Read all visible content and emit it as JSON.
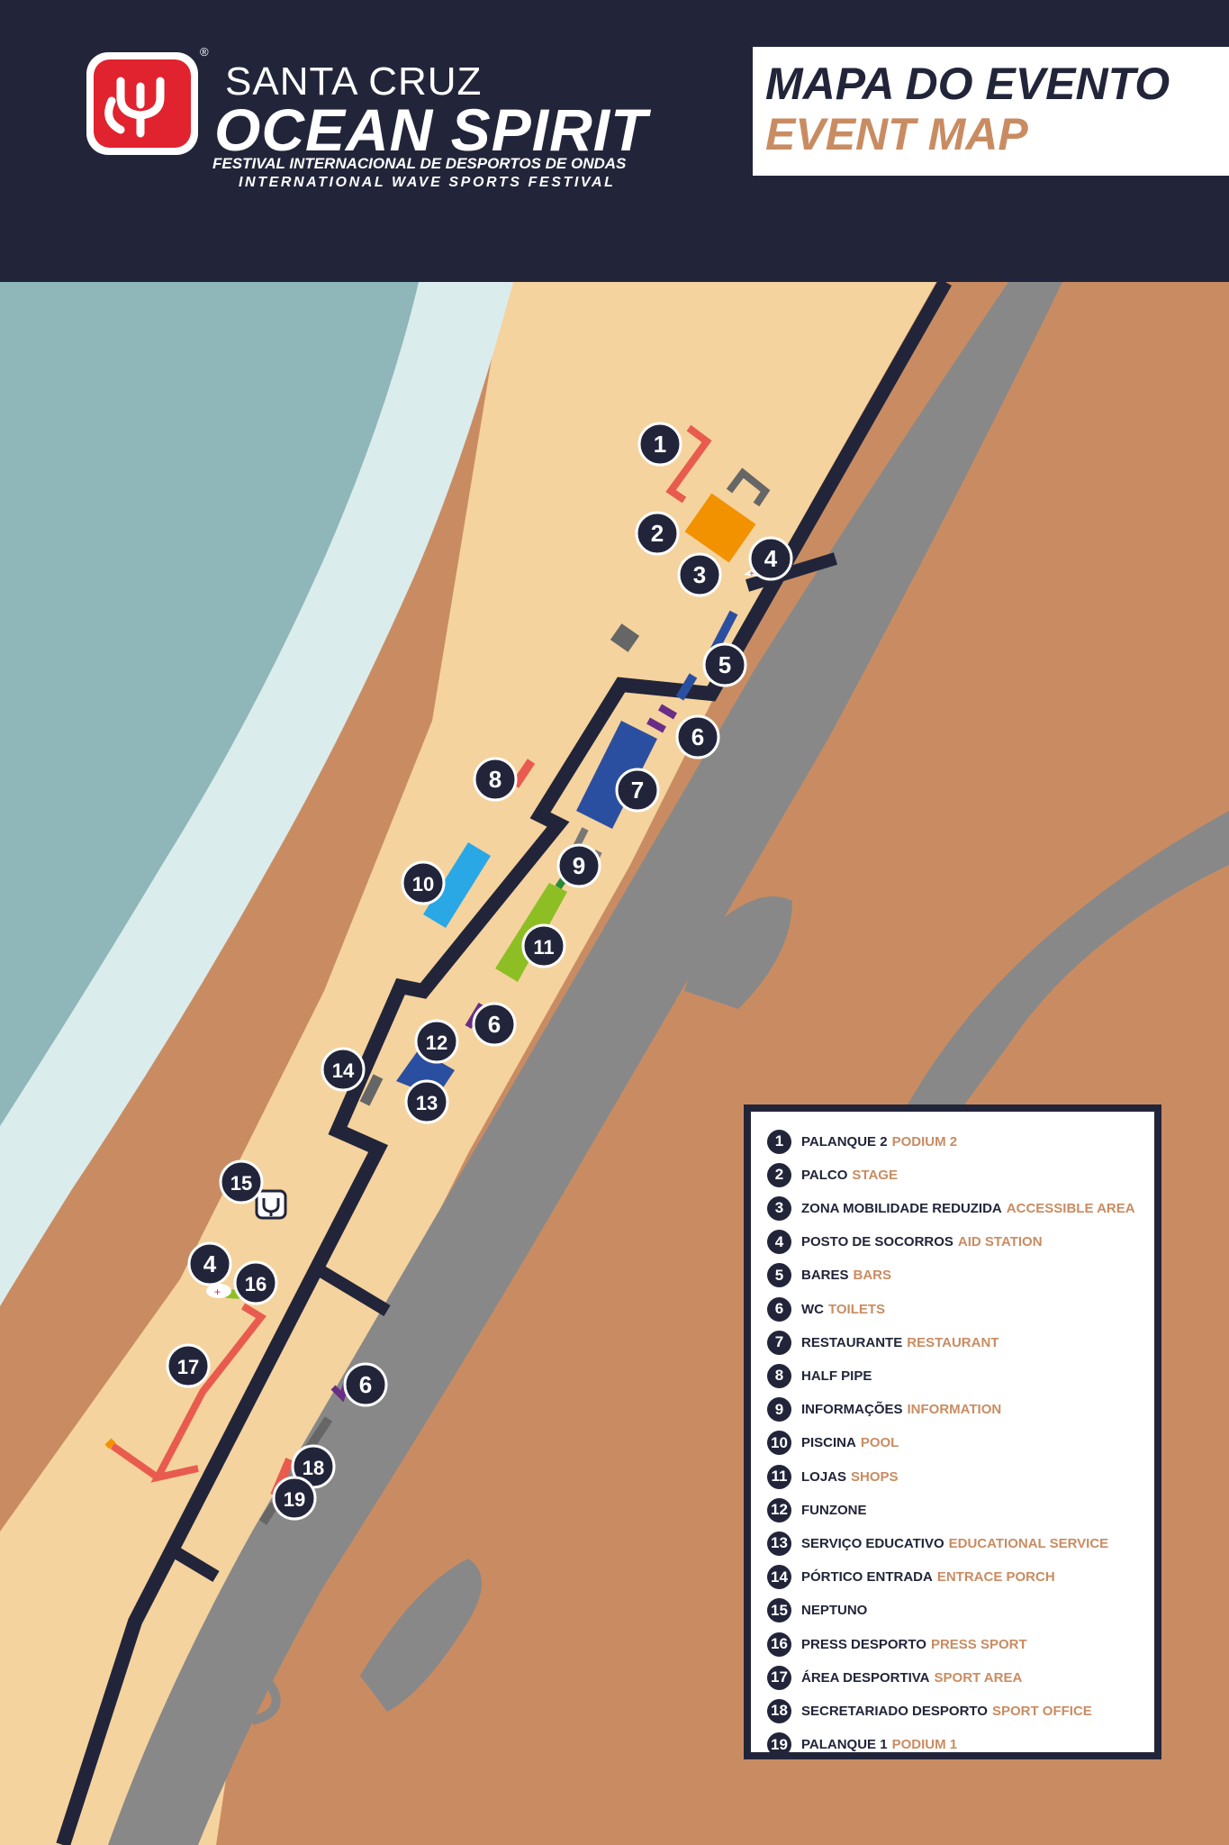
{
  "header": {
    "registered_mark": "®",
    "brand_line1": "SANTA CRUZ",
    "brand_line2": "OCEAN SPIRIT",
    "brand_line3": "FESTIVAL INTERNACIONAL DE DESPORTOS DE ONDAS",
    "brand_line4": "INTERNATIONAL WAVE SPORTS FESTIVAL",
    "title_pt": "MAPA DO EVENTO",
    "title_en": "EVENT MAP"
  },
  "colors": {
    "navy": "#22253a",
    "sea": "#8fb6b8",
    "surf": "#dbeced",
    "sand": "#f5d39e",
    "land": "#c98c62",
    "road": "#888888",
    "accent_tan": "#c98c62",
    "logo_red": "#e0232e",
    "podium_red": "#e85b4e",
    "stage_orange": "#f29200",
    "bar_blue": "#2b4fa0",
    "toilet_purple": "#6a2d86",
    "shop_green": "#8dbf25",
    "pool_blue": "#2aa8e6",
    "gray_tent": "#666666"
  },
  "map": {
    "markers": [
      {
        "label": "1"
      },
      {
        "label": "2"
      },
      {
        "label": "3"
      },
      {
        "label": "4"
      },
      {
        "label": "5"
      },
      {
        "label": "6"
      },
      {
        "label": "7"
      },
      {
        "label": "8"
      },
      {
        "label": "9"
      },
      {
        "label": "10"
      },
      {
        "label": "11"
      },
      {
        "label": "6"
      },
      {
        "label": "12"
      },
      {
        "label": "14"
      },
      {
        "label": "13"
      },
      {
        "label": "15"
      },
      {
        "label": "4"
      },
      {
        "label": "16"
      },
      {
        "label": "17"
      },
      {
        "label": "6"
      },
      {
        "label": "18"
      },
      {
        "label": "19"
      }
    ]
  },
  "legend": {
    "items": [
      {
        "num": "1",
        "pt": "PALANQUE 2",
        "en": "PODIUM 2"
      },
      {
        "num": "2",
        "pt": "PALCO",
        "en": "STAGE"
      },
      {
        "num": "3",
        "pt": "ZONA MOBILIDADE REDUZIDA",
        "en": "ACCESSIBLE AREA"
      },
      {
        "num": "4",
        "pt": "POSTO DE SOCORROS",
        "en": "AID STATION"
      },
      {
        "num": "5",
        "pt": "BARES",
        "en": "BARS"
      },
      {
        "num": "6",
        "pt": "WC",
        "en": "TOILETS"
      },
      {
        "num": "7",
        "pt": "RESTAURANTE",
        "en": "RESTAURANT"
      },
      {
        "num": "8",
        "pt": "HALF PIPE",
        "en": ""
      },
      {
        "num": "9",
        "pt": "INFORMAÇÕES",
        "en": "INFORMATION"
      },
      {
        "num": "10",
        "pt": "PISCINA",
        "en": "POOL"
      },
      {
        "num": "11",
        "pt": "LOJAS",
        "en": "SHOPS"
      },
      {
        "num": "12",
        "pt": "FUNZONE",
        "en": ""
      },
      {
        "num": "13",
        "pt": "SERVIÇO EDUCATIVO",
        "en": "EDUCATIONAL SERVICE"
      },
      {
        "num": "14",
        "pt": "PÓRTICO ENTRADA",
        "en": "ENTRACE PORCH"
      },
      {
        "num": "15",
        "pt": "NEPTUNO",
        "en": ""
      },
      {
        "num": "16",
        "pt": "PRESS DESPORTO",
        "en": "PRESS SPORT"
      },
      {
        "num": "17",
        "pt": "ÁREA DESPORTIVA",
        "en": "SPORT AREA"
      },
      {
        "num": "18",
        "pt": "SECRETARIADO DESPORTO",
        "en": "SPORT OFFICE"
      },
      {
        "num": "19",
        "pt": "PALANQUE 1",
        "en": "PODIUM 1"
      }
    ]
  }
}
